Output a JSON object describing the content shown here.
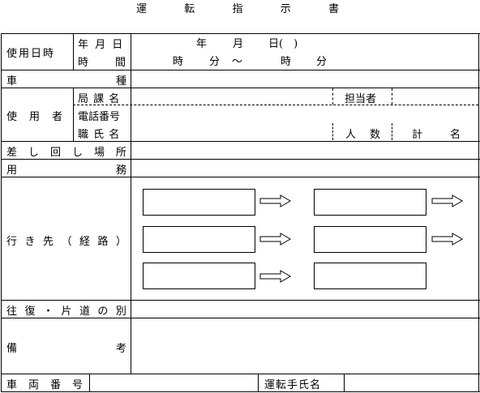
{
  "title_chars": [
    "運",
    "転",
    "指",
    "示",
    "書"
  ],
  "rows": {
    "usage_datetime": {
      "label": "使用日時",
      "sub_date": "年 月 日",
      "sub_time_a": "時",
      "sub_time_b": "間",
      "date_year": "年",
      "date_month": "月",
      "date_day": "日(　)",
      "time_hour1": "時",
      "time_min1": "分",
      "tilde": "～",
      "time_hour2": "時",
      "time_min2": "分"
    },
    "vehicle_type": {
      "label_a": "車",
      "label_b": "種"
    },
    "user": {
      "label": "使　用　者",
      "dept": "局 課 名",
      "phone": "電話番号",
      "name": "職 氏 名",
      "person_in_charge": "担当者",
      "headcount_chars": [
        "人",
        "数"
      ],
      "total_chars": [
        "計",
        "名"
      ]
    },
    "dispatch_place": {
      "chars": [
        "差",
        "し",
        "回",
        "し",
        "場",
        "所"
      ]
    },
    "purpose": {
      "label_a": "用",
      "label_b": "務"
    },
    "destination": {
      "chars": [
        "行",
        "き",
        "先",
        "（",
        "経",
        "路",
        "）"
      ]
    },
    "trip_type": {
      "chars": [
        "往",
        "復",
        "・",
        "片",
        "道",
        "の",
        "別"
      ]
    },
    "remarks": {
      "label_a": "備",
      "label_b": "考"
    },
    "bottom": {
      "vehicle_number_chars": [
        "車",
        "両",
        "番",
        "号"
      ],
      "driver_name": "運転手氏名"
    }
  }
}
